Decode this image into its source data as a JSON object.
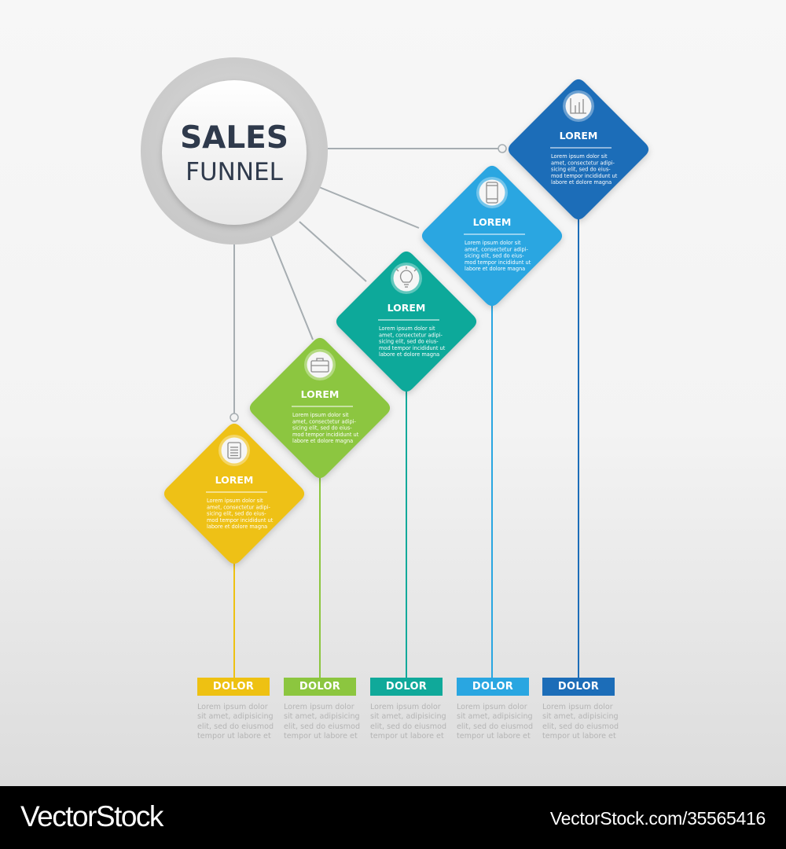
{
  "title": {
    "line1": "SALES",
    "line2": "FUNNEL"
  },
  "stages": [
    {
      "title": "LOREM",
      "color": "#EEC112",
      "icon": "document-icon",
      "lines": [
        "Lorem ipsum dolor sit",
        "amet, consectetur adipi-",
        "sicing elit, sed do eius-",
        "mod tempor incididunt ut",
        "labore et dolore magna"
      ],
      "label": "DOLOR",
      "label_text": "Lorem ipsum dolor\nsit amet, adipisicing\nelit, sed do eiusmod\ntempor ut labore et"
    },
    {
      "title": "LOREM",
      "color": "#8CC63F",
      "icon": "briefcase-icon",
      "lines": [
        "Lorem ipsum dolor sit",
        "amet, consectetur adipi-",
        "sicing elit, sed do eius-",
        "mod tempor incididunt ut",
        "labore et dolore magna"
      ],
      "label": "DOLOR",
      "label_text": "Lorem ipsum dolor\nsit amet, adipisicing\nelit, sed do eiusmod\ntempor ut labore et"
    },
    {
      "title": "LOREM",
      "color": "#10A99A",
      "icon": "lightbulb-icon",
      "lines": [
        "Lorem ipsum dolor sit",
        "amet, consectetur adipi-",
        "sicing elit, sed do eius-",
        "mod tempor incididunt ut",
        "labore et dolore magna"
      ],
      "label": "DOLOR",
      "label_text": "Lorem ipsum dolor\nsit amet, adipisicing\nelit, sed do eiusmod\ntempor ut labore et"
    },
    {
      "title": "LOREM",
      "color": "#29A6E1",
      "icon": "smartphone-icon",
      "lines": [
        "Lorem ipsum dolor sit",
        "amet, consectetur adipi-",
        "sicing elit, sed do eius-",
        "mod tempor incididunt ut",
        "labore et dolore magna"
      ],
      "label": "DOLOR",
      "label_text": "Lorem ipsum dolor\nsit amet, adipisicing\nelit, sed do eiusmod\ntempor ut labore et"
    },
    {
      "title": "LOREM",
      "color": "#1C6DB8",
      "icon": "bar-chart-icon",
      "lines": [
        "Lorem ipsum dolor sit",
        "amet, consectetur adipi-",
        "sicing elit, sed do eius-",
        "mod tempor incididunt ut",
        "labore et dolore magna"
      ],
      "label": "DOLOR",
      "label_text": "Lorem ipsum dolor\nsit amet, adipisicing\nelit, sed do eiusmod\ntempor ut labore et"
    }
  ],
  "footer": {
    "brand": "VectorStock",
    "credit": "VectorStock.com/35565416"
  }
}
